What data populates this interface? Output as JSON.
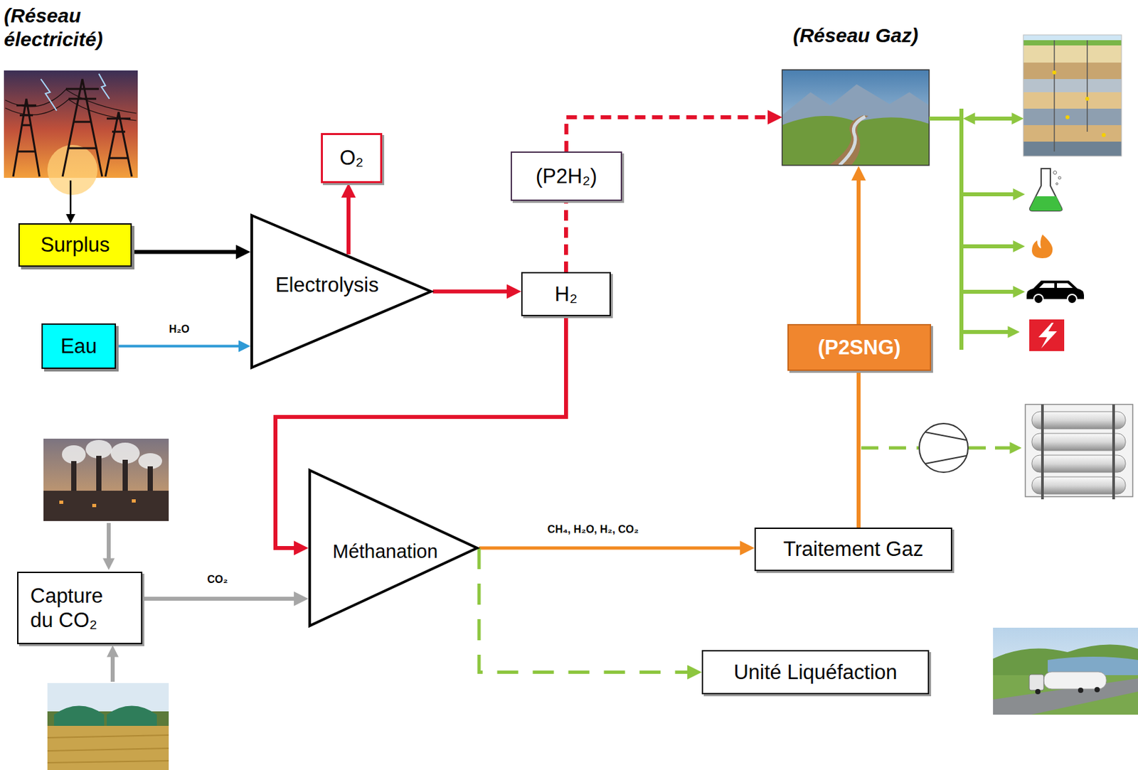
{
  "diagram": {
    "nodes": [
      {
        "text": [
          "(Réseau électricité)"
        ]
      },
      {
        "text": [
          "O₂"
        ]
      },
      {
        "text": [
          "(P2H₂)"
        ]
      },
      {
        "text": [
          "(Réseau Gaz)"
        ]
      },
      {
        "text": [
          "Surplus"
        ]
      },
      {
        "text": [
          "Electrolysis"
        ]
      },
      {
        "text": [
          "H₂"
        ]
      },
      {
        "text": [
          "Eau"
        ]
      },
      {
        "text": [
          "(P2SNG)"
        ]
      },
      {
        "text": [
          "Méthanation"
        ]
      },
      {
        "text": [
          "Traitement Gaz"
        ]
      },
      {
        "text": [
          "Capture du CO₂"
        ]
      },
      {
        "text": [
          "Unité Liquéfaction"
        ]
      }
    ],
    "edges": [
      {
        "from": 0,
        "to": 4,
        "arrow": "to"
      },
      {
        "from": 4,
        "to": 5,
        "arrow": "to"
      },
      {
        "from": 7,
        "to": 5,
        "label": "H₂O",
        "arrow": "to"
      },
      {
        "from": 5,
        "to": 1,
        "arrow": "to"
      },
      {
        "from": 5,
        "to": 6,
        "arrow": "to"
      },
      {
        "from": 6,
        "to": 2,
        "arrow": "none"
      },
      {
        "from": 2,
        "to": 3,
        "arrow": "to"
      },
      {
        "from": 6,
        "to": 9,
        "arrow": "to"
      },
      {
        "from": 11,
        "to": 9,
        "label": "CO₂",
        "arrow": "to"
      },
      {
        "from": 9,
        "to": 10,
        "label": "CH₄, H₂O, H₂, CO₂",
        "arrow": "to"
      },
      {
        "from": 10,
        "to": 8,
        "arrow": "none"
      },
      {
        "from": 8,
        "to": 3,
        "arrow": "to"
      },
      {
        "from": 9,
        "to": 12,
        "arrow": "to"
      }
    ]
  }
}
